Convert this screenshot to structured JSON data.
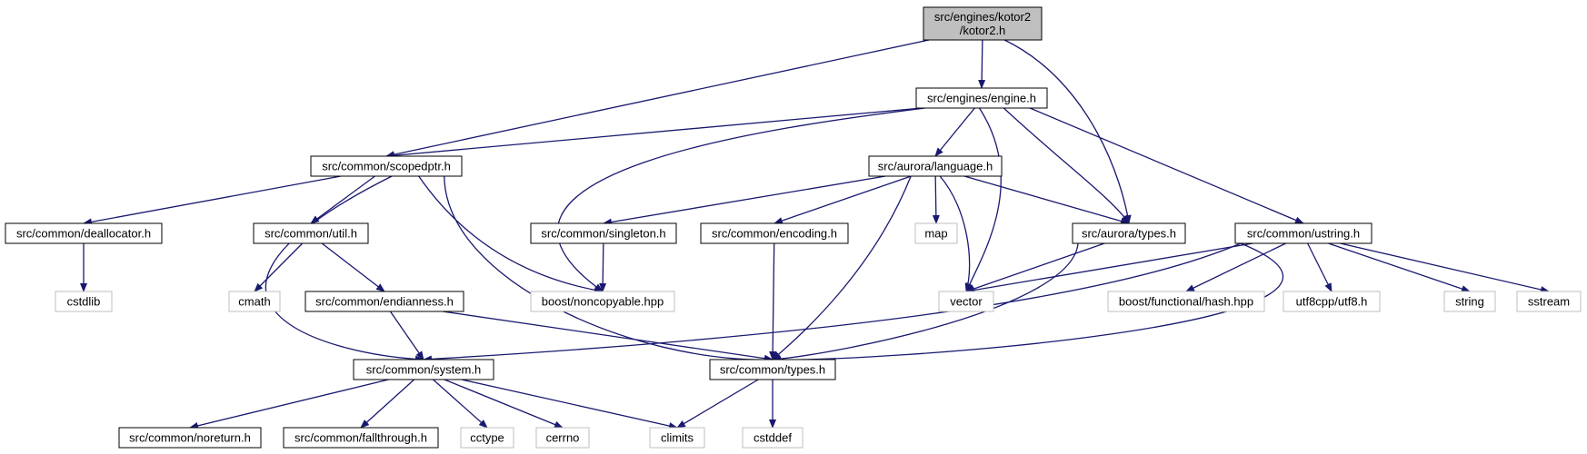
{
  "colors": {
    "edge": "#191970",
    "root_fill": "#bfbfbf",
    "node_border": "#000000",
    "external_border": "#bfbfbf",
    "external_text": "#000000",
    "background": "#ffffff"
  },
  "nodes": {
    "kotor2": {
      "label_lines": [
        "src/engines/kotor2",
        "/kotor2.h"
      ]
    },
    "engine": {
      "label": "src/engines/engine.h"
    },
    "scopedptr": {
      "label": "src/common/scopedptr.h"
    },
    "language": {
      "label": "src/aurora/language.h"
    },
    "deallocator": {
      "label": "src/common/deallocator.h"
    },
    "util": {
      "label": "src/common/util.h"
    },
    "singleton": {
      "label": "src/common/singleton.h"
    },
    "encoding": {
      "label": "src/common/encoding.h"
    },
    "map": {
      "label": "map"
    },
    "auroratypes": {
      "label": "src/aurora/types.h"
    },
    "ustring": {
      "label": "src/common/ustring.h"
    },
    "cstdlib": {
      "label": "cstdlib"
    },
    "cmath": {
      "label": "cmath"
    },
    "endianness": {
      "label": "src/common/endianness.h"
    },
    "noncopyable": {
      "label": "boost/noncopyable.hpp"
    },
    "vector": {
      "label": "vector"
    },
    "hash": {
      "label": "boost/functional/hash.hpp"
    },
    "utf8": {
      "label": "utf8cpp/utf8.h"
    },
    "string": {
      "label": "string"
    },
    "sstream": {
      "label": "sstream"
    },
    "system": {
      "label": "src/common/system.h"
    },
    "commontypes": {
      "label": "src/common/types.h"
    },
    "noreturn": {
      "label": "src/common/noreturn.h"
    },
    "fallthrough": {
      "label": "src/common/fallthrough.h"
    },
    "cctype": {
      "label": "cctype"
    },
    "cerrno": {
      "label": "cerrno"
    },
    "climits": {
      "label": "climits"
    },
    "cstddef": {
      "label": "cstddef"
    }
  },
  "edges": [
    {
      "from": "kotor2",
      "to": "engine"
    },
    {
      "from": "kotor2",
      "to": "scopedptr"
    },
    {
      "from": "kotor2",
      "to": "auroratypes"
    },
    {
      "from": "engine",
      "to": "scopedptr"
    },
    {
      "from": "engine",
      "to": "language"
    },
    {
      "from": "engine",
      "to": "noncopyable"
    },
    {
      "from": "engine",
      "to": "vector"
    },
    {
      "from": "engine",
      "to": "auroratypes"
    },
    {
      "from": "engine",
      "to": "ustring"
    },
    {
      "from": "scopedptr",
      "to": "deallocator"
    },
    {
      "from": "scopedptr",
      "to": "util"
    },
    {
      "from": "scopedptr",
      "to": "system"
    },
    {
      "from": "scopedptr",
      "to": "noncopyable"
    },
    {
      "from": "scopedptr",
      "to": "commontypes"
    },
    {
      "from": "language",
      "to": "singleton"
    },
    {
      "from": "language",
      "to": "encoding"
    },
    {
      "from": "language",
      "to": "map"
    },
    {
      "from": "language",
      "to": "vector"
    },
    {
      "from": "language",
      "to": "auroratypes"
    },
    {
      "from": "language",
      "to": "commontypes"
    },
    {
      "from": "deallocator",
      "to": "cstdlib"
    },
    {
      "from": "util",
      "to": "cmath"
    },
    {
      "from": "util",
      "to": "endianness"
    },
    {
      "from": "singleton",
      "to": "noncopyable"
    },
    {
      "from": "encoding",
      "to": "commontypes"
    },
    {
      "from": "auroratypes",
      "to": "vector"
    },
    {
      "from": "auroratypes",
      "to": "commontypes"
    },
    {
      "from": "ustring",
      "to": "vector"
    },
    {
      "from": "ustring",
      "to": "system"
    },
    {
      "from": "ustring",
      "to": "hash"
    },
    {
      "from": "ustring",
      "to": "utf8"
    },
    {
      "from": "ustring",
      "to": "string"
    },
    {
      "from": "ustring",
      "to": "sstream"
    },
    {
      "from": "ustring",
      "to": "commontypes"
    },
    {
      "from": "endianness",
      "to": "system"
    },
    {
      "from": "endianness",
      "to": "commontypes"
    },
    {
      "from": "system",
      "to": "noreturn"
    },
    {
      "from": "system",
      "to": "fallthrough"
    },
    {
      "from": "system",
      "to": "cctype"
    },
    {
      "from": "system",
      "to": "cerrno"
    },
    {
      "from": "system",
      "to": "climits"
    },
    {
      "from": "commontypes",
      "to": "climits"
    },
    {
      "from": "commontypes",
      "to": "cstddef"
    }
  ]
}
